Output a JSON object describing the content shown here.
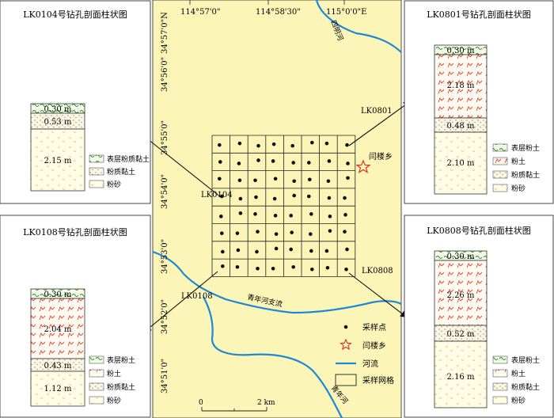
{
  "map": {
    "lon_labels": [
      "114°57'0\"",
      "114°58'30\"",
      "115°0'0\"E"
    ],
    "lat_labels": [
      "34°57'0\"N",
      "34°56'0\"",
      "34°55'0\"",
      "34°54'0\"",
      "34°53'0\"",
      "34°52'0\"",
      "34°51'0\""
    ],
    "river_labels": {
      "simingriver": "四明河",
      "qingnian_branch": "青年河支流",
      "qingnian": "青年河"
    },
    "town_label": "闫楼乡",
    "scale": {
      "start": "0",
      "end": "2 km"
    },
    "borehole_labels": {
      "lk0104": "LK0104",
      "lk0801": "LK0801",
      "lk0108": "LK0108",
      "lk0808": "LK0808"
    },
    "colors": {
      "map_bg": "#fbf5b8",
      "river": "#1e88d6",
      "star": "#e0201c",
      "arrow": "#111111"
    }
  },
  "legend": {
    "items": [
      {
        "icon": "dot-icon",
        "label": "采样点"
      },
      {
        "icon": "star-icon",
        "label": "闫楼乡"
      },
      {
        "icon": "river-line-icon",
        "label": "河流"
      },
      {
        "icon": "grid-cell-icon",
        "label": "采样网格"
      }
    ]
  },
  "panels": {
    "lk0104": {
      "title": "LK0104号钻孔剖面柱状图",
      "layers": [
        "0.30 m",
        "0.53 m",
        "2.15 m"
      ],
      "legend": [
        "表层粉质黏土",
        "粉质黏土",
        "粉砂"
      ]
    },
    "lk0801": {
      "title": "LK0801号钻孔剖面柱状图",
      "layers": [
        "0.30 m",
        "2.18 m",
        "0.48 m",
        "2.10 m"
      ],
      "legend": [
        "表层粉土",
        "粉土",
        "粉质黏土",
        "粉砂"
      ]
    },
    "lk0108": {
      "title": "LK0108号钻孔剖面柱状图",
      "layers": [
        "0.30 m",
        "2.04 m",
        "0.43 m",
        "1.12 m"
      ],
      "legend": [
        "表层粉土",
        "粉土",
        "粉质黏土",
        "粉砂"
      ]
    },
    "lk0808": {
      "title": "LK0808号钻孔剖面柱状图",
      "layers": [
        "0.30 m",
        "2.26 m",
        "0.52 m",
        "2.16 m"
      ],
      "legend": [
        "表层粉土",
        "粉土",
        "粉质黏土",
        "粉砂"
      ]
    }
  }
}
